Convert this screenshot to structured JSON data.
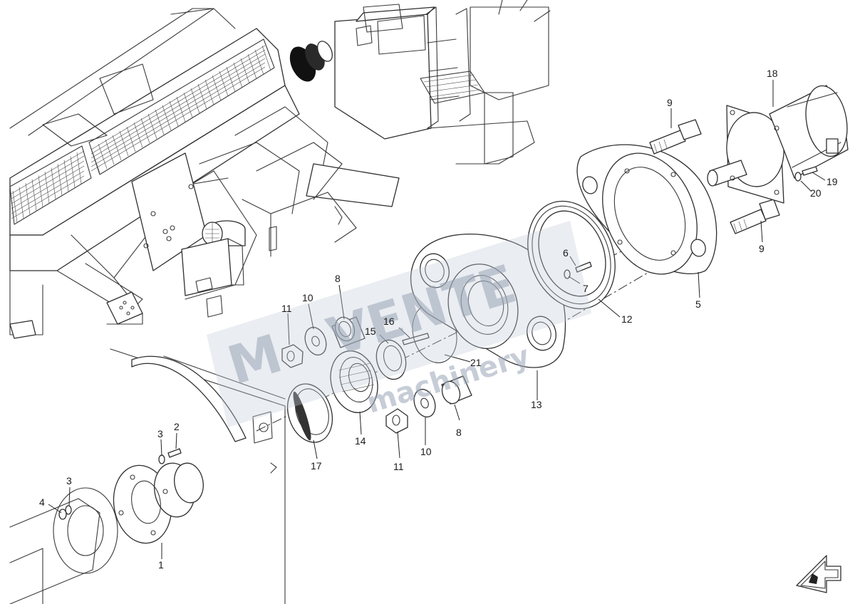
{
  "watermark": {
    "brand_left": "M",
    "brand_main": "VENTE",
    "brand_sub": "machinery",
    "color": "#9aa6b8"
  },
  "callouts": [
    {
      "id": "c1",
      "label": "1"
    },
    {
      "id": "c2",
      "label": "2"
    },
    {
      "id": "c3a",
      "label": "3"
    },
    {
      "id": "c3b",
      "label": "3"
    },
    {
      "id": "c4",
      "label": "4"
    },
    {
      "id": "c5",
      "label": "5"
    },
    {
      "id": "c6",
      "label": "6"
    },
    {
      "id": "c7",
      "label": "7"
    },
    {
      "id": "c8a",
      "label": "8"
    },
    {
      "id": "c8b",
      "label": "8"
    },
    {
      "id": "c9a",
      "label": "9"
    },
    {
      "id": "c9b",
      "label": "9"
    },
    {
      "id": "c10a",
      "label": "10"
    },
    {
      "id": "c10b",
      "label": "10"
    },
    {
      "id": "c11a",
      "label": "11"
    },
    {
      "id": "c11b",
      "label": "11"
    },
    {
      "id": "c12",
      "label": "12"
    },
    {
      "id": "c13",
      "label": "13"
    },
    {
      "id": "c14",
      "label": "14"
    },
    {
      "id": "c15",
      "label": "15"
    },
    {
      "id": "c16",
      "label": "16"
    },
    {
      "id": "c17",
      "label": "17"
    },
    {
      "id": "c18",
      "label": "18"
    },
    {
      "id": "c19",
      "label": "19"
    },
    {
      "id": "c20",
      "label": "20"
    },
    {
      "id": "c21",
      "label": "21"
    }
  ],
  "orientation_icon": "direction-arrow-icon"
}
